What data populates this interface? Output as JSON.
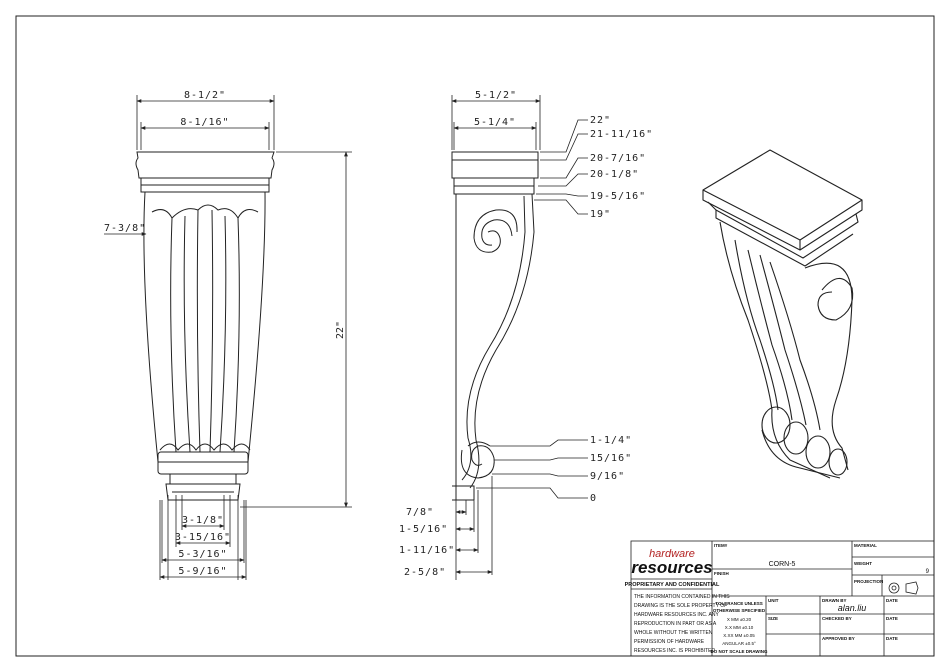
{
  "front_view": {
    "dims_top": [
      "8-1/2\"",
      "8-1/16\""
    ],
    "dim_left": "7-3/8\"",
    "dim_height": "22\"",
    "dims_bottom": [
      "3-1/8\"",
      "3-15/16\"",
      "5-3/16\"",
      "5-9/16\""
    ]
  },
  "side_view": {
    "dims_top": [
      "5-1/2\"",
      "5-1/4\""
    ],
    "dims_right_top": [
      "22\"",
      "21-11/16\"",
      "20-7/16\"",
      "20-1/8\"",
      "19-5/16\"",
      "19\""
    ],
    "dims_right_bottom": [
      "1-1/4\"",
      "15/16\"",
      "9/16\"",
      "0"
    ],
    "dims_bottom": [
      "7/8\"",
      "1-5/16\"",
      "1-11/16\"",
      "2-5/8\""
    ]
  },
  "title_block": {
    "logo_top": "hardware",
    "logo_bottom": "resources",
    "proprietary_heading": "PROPRIETARY AND CONFIDENTIAL",
    "proprietary_lines": [
      "THE INFORMATION CONTAINED IN THIS",
      "DRAWING IS THE SOLE PROPERTY OF",
      "HARDWARE RESOURCES INC. ANY",
      "REPRODUCTION IN PART OR AS A",
      "WHOLE WITHOUT THE WRITTEN",
      "PERMISSION OF HARDWARE",
      "RESOURCES INC. IS PROHIBITED"
    ],
    "item_label": "ITEM#",
    "item_value": "CORN-5",
    "finish_label": "FINISH",
    "material_label": "MATERIAL",
    "weight_label": "WEIGHT",
    "weight_value": "9",
    "projection_label": "PROJECTION",
    "tolerance_lines": [
      "TOLERANCE UNLESS",
      "OTHERWISE SPECIFIED"
    ],
    "tolerance_rows": [
      "X    MM   ±0.20",
      "X.X   MM   ±0.10",
      "X.XX  MM   ±0.05",
      "ANGULAR    ±0.5°"
    ],
    "no_scale": "DO NOT SCALE DRAWING",
    "unit_label": "UNIT",
    "size_label": "SIZE",
    "drawn_by_label": "DRAWN BY",
    "drawn_by_value": "alan.liu",
    "checked_by_label": "CHECKED BY",
    "approved_by_label": "APPROVED BY",
    "date_label": "DATE",
    "colors": {
      "logo_red": "#b22222",
      "line": "#222222"
    }
  }
}
